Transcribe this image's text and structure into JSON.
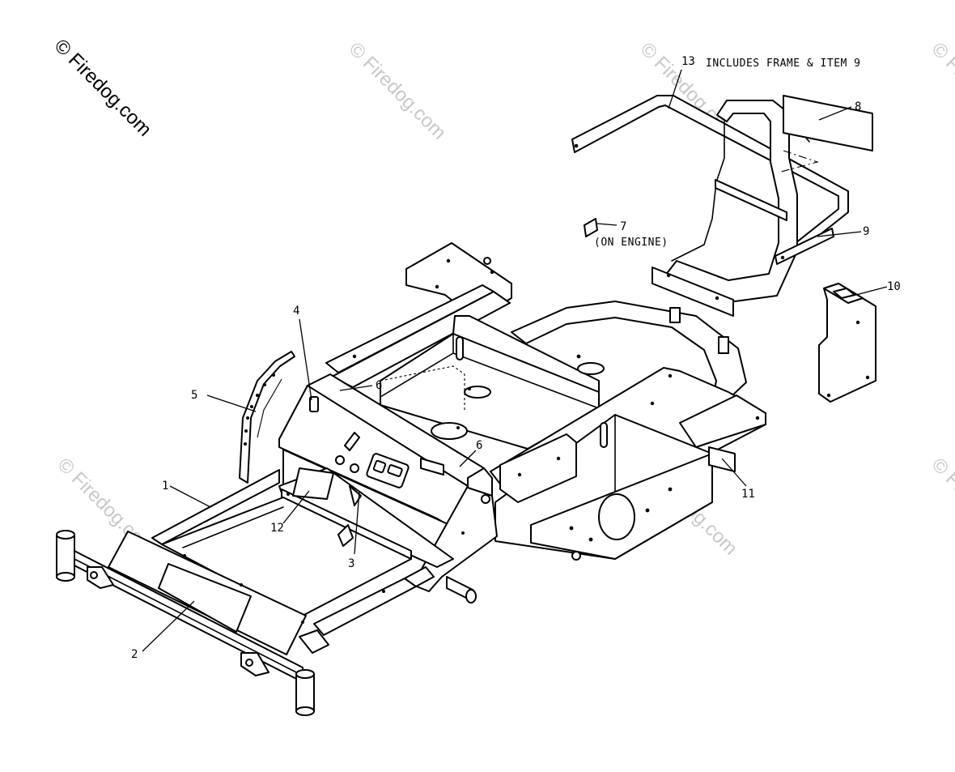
{
  "watermark": {
    "main": "© Firedog.com",
    "faint": "© Firedog.com"
  },
  "callouts": {
    "c1": "1",
    "c2": "2",
    "c3": "3",
    "c4": "4",
    "c5": "5",
    "c6a": "6",
    "c6b": "6",
    "c7": "7",
    "c8": "8",
    "c9": "9",
    "c10": "10",
    "c11": "11",
    "c12": "12",
    "c13": "13"
  },
  "notes": {
    "item13": "INCLUDES FRAME & ITEM 9",
    "item7": "(ON ENGINE)"
  }
}
